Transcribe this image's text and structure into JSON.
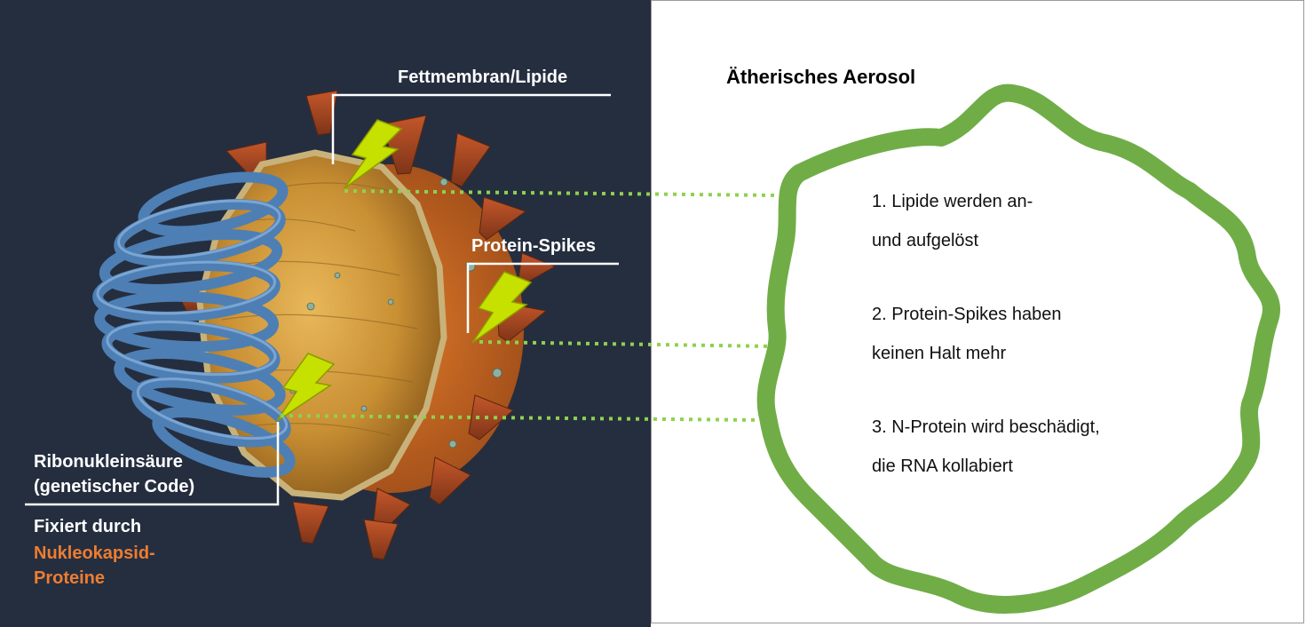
{
  "virus_labels": {
    "lipid_membrane": "Fettmembran/Lipide",
    "protein_spikes": "Protein-Spikes",
    "rna_line1": "Ribonukleinsäure",
    "rna_line2": "(genetischer Code)",
    "fixed_by": "Fixiert durch",
    "nucleocapsid_line1": "Nukleokapsid-",
    "nucleocapsid_line2": "Proteine"
  },
  "aerosol": {
    "title": "Ätherisches Aerosol",
    "steps": [
      {
        "line1": "1. Lipide werden an-",
        "line2": "und aufgelöst"
      },
      {
        "line1": "2. Protein-Spikes haben",
        "line2": "keinen Halt mehr"
      },
      {
        "line1": "3. N-Protein wird beschädigt,",
        "line2": "die RNA kollabiert"
      }
    ]
  },
  "colors": {
    "left_background": "#252e3f",
    "accent_orange": "#ed7d31",
    "aerosol_outline": "#70ad47",
    "connector_dots": "#8fd14f",
    "lightning": "#c6e000",
    "rna_coil": "#4d7fb5",
    "virus_body": "#d9a94a"
  }
}
